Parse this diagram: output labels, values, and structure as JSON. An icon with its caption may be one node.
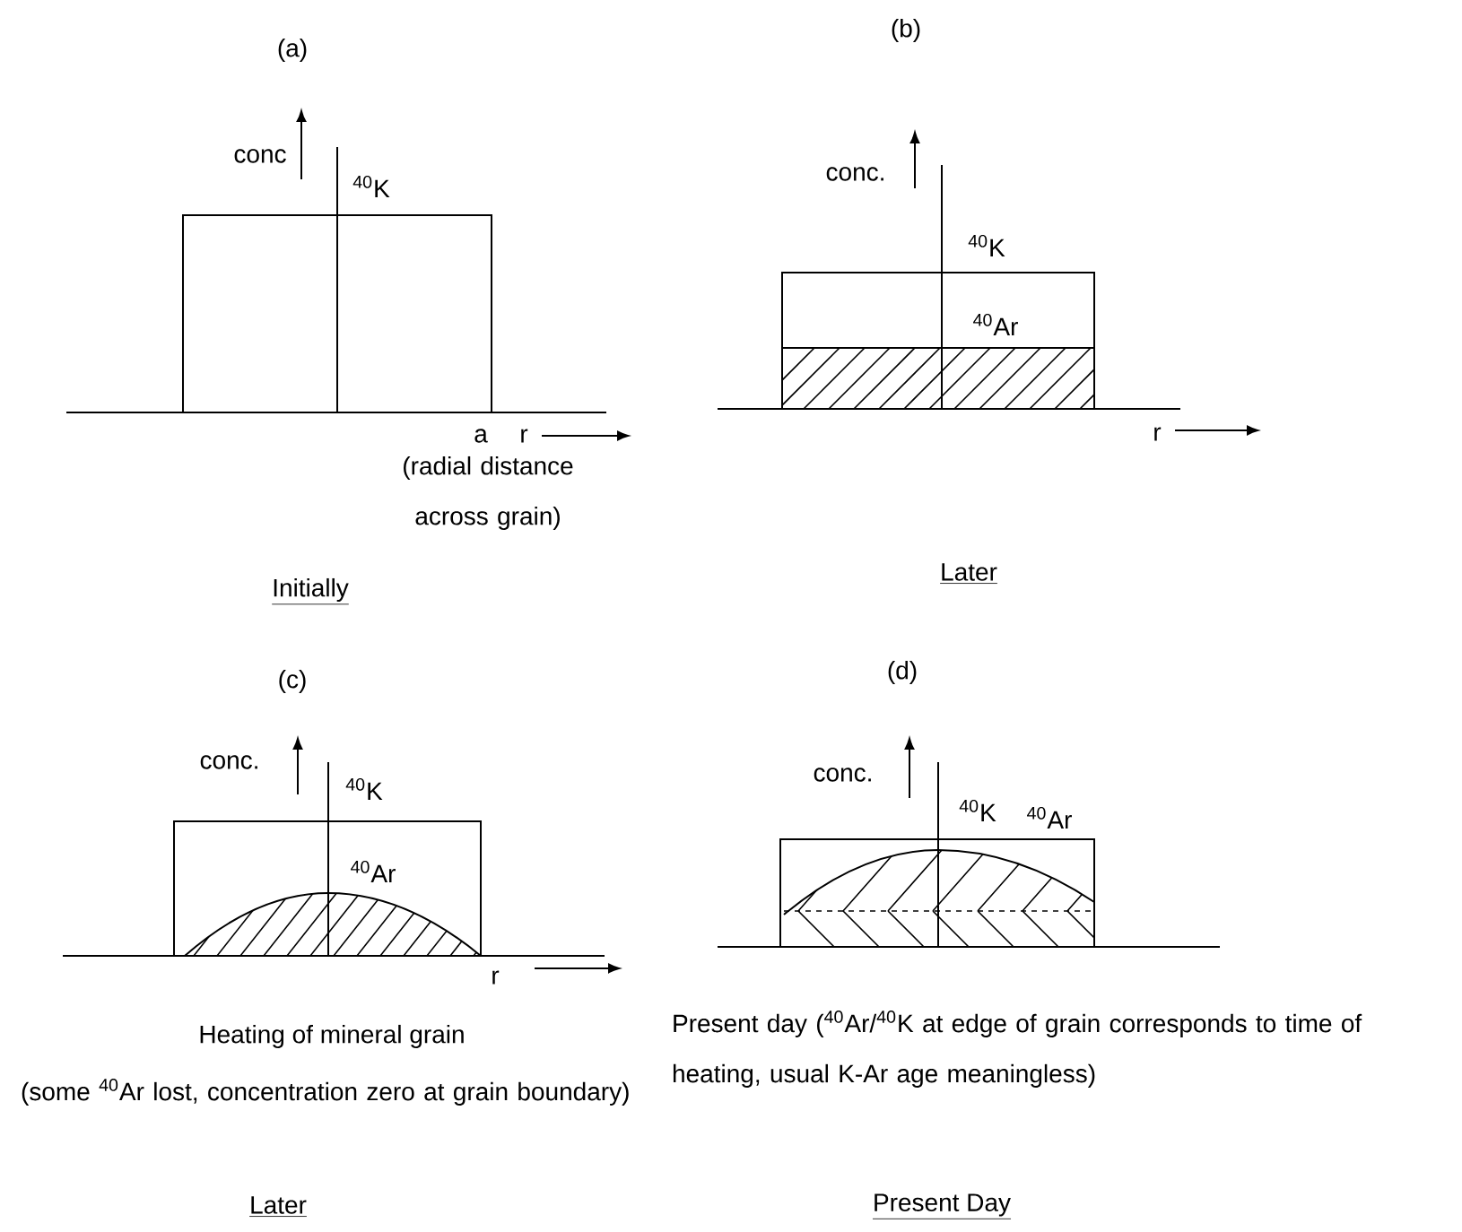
{
  "diagram": {
    "labels": [
      "(a)",
      "(b)",
      "conc",
      "$^{40}$K",
      "conc.",
      "$^{40}$K",
      "$^{40}$Ar",
      "a",
      "r",
      "(radial distance across grain)",
      "r",
      "Initially",
      "Later",
      "(c)",
      "(d)",
      "conc.",
      "$^{40}$K",
      "$^{40}$Ar",
      "conc.",
      "$^{40}$K",
      "$^{40}$Ar",
      "r",
      "Heating of mineral grain",
      "(some $^{40}$Ar lost, concentration zero at grain boundary)",
      "Present day ($^{40}$Ar/$^{40}$K at edge of grain corresponds to time of heating, usual K-Ar age meaningless)",
      "Later",
      "Present Day"
    ]
  }
}
